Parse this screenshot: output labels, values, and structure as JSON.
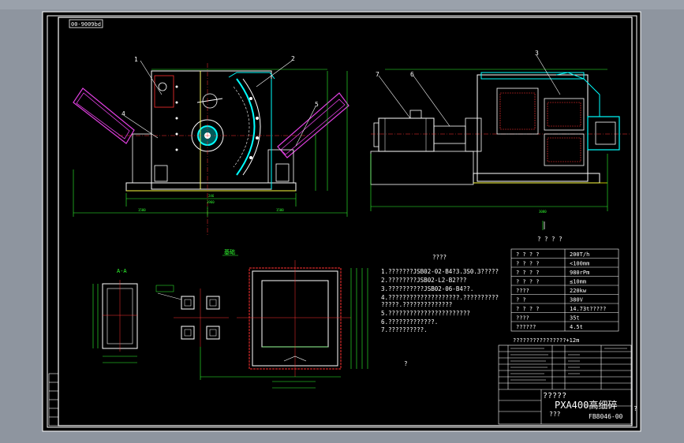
{
  "drawing": {
    "frame_tag": "00-9009bd",
    "part_labels": [
      "1",
      "2",
      "3",
      "4",
      "5",
      "6",
      "7"
    ],
    "view_labels": {
      "section_a": "A-A",
      "foundation": "基础"
    },
    "notes_title": "????",
    "notes": [
      "1.???????JSB02-02-B4?3.3S0.3?????",
      "2.????????JSB02-L2-B2???",
      "3.??????????JSB02-06-B4??.",
      "4.????????????????????.??????????",
      "  ?????.??????????????",
      "5.???????????????????????",
      "6.?????????????.",
      "7.??????????."
    ],
    "stray_mark": "?",
    "spec_title": "?  ?  ?  ?",
    "spec_rows": [
      {
        "label": "?  ?  ?  ?",
        "value": "200T/h"
      },
      {
        "label": "?  ?  ?  ?",
        "value": "<100mm"
      },
      {
        "label": "?  ?  ?  ?",
        "value": "980rPm"
      },
      {
        "label": "?  ?  ?  ?",
        "value": "≤10mm"
      },
      {
        "label": "????",
        "value": "220kw"
      },
      {
        "label": "?        ?",
        "value": "380V"
      },
      {
        "label": "?  ?  ?  ?",
        "value": "14.73t?????"
      },
      {
        "label": "????",
        "value": "35t"
      },
      {
        "label": "??????",
        "value": "4.5t"
      }
    ],
    "weight_line": "????????????????+12m",
    "title_block": {
      "model": "PXA400高细碎",
      "drawing_no": "FB8046-00",
      "question_marks": "?????",
      "side_mark": "?",
      "stamp": "???"
    }
  }
}
